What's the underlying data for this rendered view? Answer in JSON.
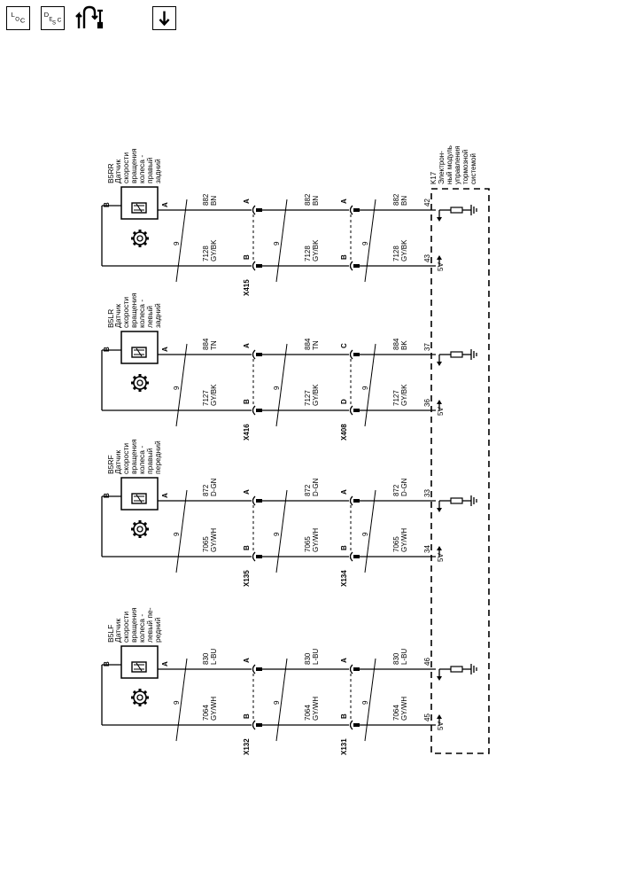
{
  "toolbar": {
    "loc_letters": [
      "L",
      "O",
      "C"
    ],
    "desc_letters": [
      "D",
      "E",
      "S",
      "C"
    ],
    "items": [
      {
        "icon": "location-view-icon"
      },
      {
        "icon": "description-view-icon"
      },
      {
        "icon": "connector-repair-icon"
      },
      {
        "icon": "download-arrow-icon"
      }
    ]
  },
  "module": {
    "id": "K17",
    "name_lines": [
      "Электрон-",
      "ный модуль",
      "управления",
      "тормозной",
      "системой"
    ]
  },
  "sensors": [
    {
      "key": "rr",
      "id": "B5RR",
      "name_lines": [
        "Датчик",
        "скорости",
        "вращения",
        "колеса -",
        "правый",
        "задний"
      ],
      "pin_signal": "A",
      "pin_low": "B",
      "wire_signal": {
        "circuit": "882",
        "color": "BN"
      },
      "wire_low": {
        "circuit": "7128",
        "color": "GY/BK"
      },
      "twist": "9",
      "conn1": {
        "id": "X415",
        "pin_signal": "A",
        "pin_low": "B"
      },
      "conn2": {
        "id": "",
        "pin_signal": "A",
        "pin_low": "B"
      },
      "ecu_pin_signal": "42",
      "ecu_pin_low": "43",
      "ecu_voltage": "5V"
    },
    {
      "key": "lr",
      "id": "B5LR",
      "name_lines": [
        "Датчик",
        "скорости",
        "вращения",
        "колеса -",
        "левый",
        "задний"
      ],
      "pin_signal": "A",
      "pin_low": "B",
      "wire_signal": {
        "circuit": "884",
        "color": "TN"
      },
      "wire_low": {
        "circuit": "7127",
        "color": "GY/BK"
      },
      "twist": "9",
      "conn1": {
        "id": "X416",
        "pin_signal": "A",
        "pin_low": "B"
      },
      "conn2": {
        "id": "X408",
        "pin_signal": "C",
        "pin_low": "D"
      },
      "wire_signal_ecu": {
        "circuit": "884",
        "color": "BK"
      },
      "ecu_pin_signal": "37",
      "ecu_pin_low": "36",
      "ecu_voltage": "5V"
    },
    {
      "key": "rf",
      "id": "B5RF",
      "name_lines": [
        "Датчик",
        "скорости",
        "вращения",
        "колеса -",
        "правый",
        "передний"
      ],
      "pin_signal": "A",
      "pin_low": "B",
      "wire_signal": {
        "circuit": "872",
        "color": "D-GN"
      },
      "wire_low": {
        "circuit": "7065",
        "color": "GY/WH"
      },
      "twist": "9",
      "conn1": {
        "id": "X135",
        "pin_signal": "A",
        "pin_low": "B"
      },
      "conn2": {
        "id": "X134",
        "pin_signal": "A",
        "pin_low": "B"
      },
      "ecu_pin_signal": "33",
      "ecu_pin_low": "34",
      "ecu_voltage": "5V"
    },
    {
      "key": "lf",
      "id": "B5LF",
      "name_lines": [
        "Датчик",
        "скорости",
        "вращения",
        "колеса -",
        "левый пе-",
        "редний"
      ],
      "pin_signal": "A",
      "pin_low": "B",
      "wire_signal": {
        "circuit": "830",
        "color": "L-BU"
      },
      "wire_low": {
        "circuit": "7064",
        "color": "GY/WH"
      },
      "twist": "9",
      "conn1": {
        "id": "X132",
        "pin_signal": "A",
        "pin_low": "B"
      },
      "conn2": {
        "id": "X131",
        "pin_signal": "A",
        "pin_low": "B"
      },
      "ecu_pin_signal": "46",
      "ecu_pin_low": "45",
      "ecu_voltage": "5V"
    }
  ]
}
